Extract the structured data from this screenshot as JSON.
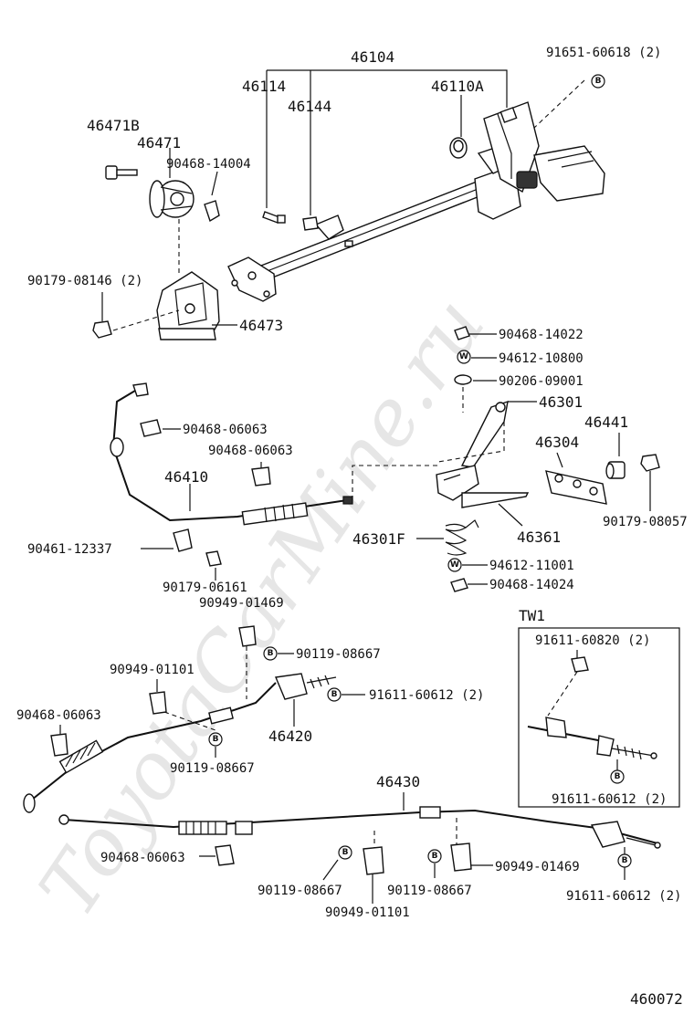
{
  "watermark": "ToyotaCarMine.ru",
  "diagram_id": "460072",
  "inset_label": "TW1",
  "symbols": {
    "b": "B",
    "w": "W"
  },
  "labels": {
    "p46104": "46104",
    "p91651": "91651-60618 (2)",
    "p46114": "46114",
    "p46144": "46144",
    "p46110A": "46110A",
    "p46471B": "46471B",
    "p46471": "46471",
    "p90468_14004": "90468-14004",
    "p90179_08146": "90179-08146 (2)",
    "p46473": "46473",
    "p90468_14022": "90468-14022",
    "p94612_10800": "94612-10800",
    "p90206_09001": "90206-09001",
    "p46301": "46301",
    "p46441": "46441",
    "p46304": "46304",
    "p90468_06063a": "90468-06063",
    "p90468_06063b": "90468-06063",
    "p46410": "46410",
    "p90461_12337": "90461-12337",
    "p90179_06161": "90179-06161",
    "p90949_01469a": "90949-01469",
    "p46361": "46361",
    "p90179_08057": "90179-08057",
    "p46301F": "46301F",
    "p94612_11001": "94612-11001",
    "p90468_14024": "90468-14024",
    "p90119_08667a": "90119-08667",
    "p90949_01101a": "90949-01101",
    "p91611_60612a": "91611-60612 (2)",
    "p90468_06063c": "90468-06063",
    "p46420": "46420",
    "p90119_08667b": "90119-08667",
    "p91611_60820": "91611-60820 (2)",
    "p91611_60612b": "91611-60612 (2)",
    "p46430": "46430",
    "p90468_06063d": "90468-06063",
    "p90949_01469b": "90949-01469",
    "p90119_08667c": "90119-08667",
    "p90119_08667d": "90119-08667",
    "p90949_01101b": "90949-01101",
    "p91611_60612c": "91611-60612 (2)"
  }
}
